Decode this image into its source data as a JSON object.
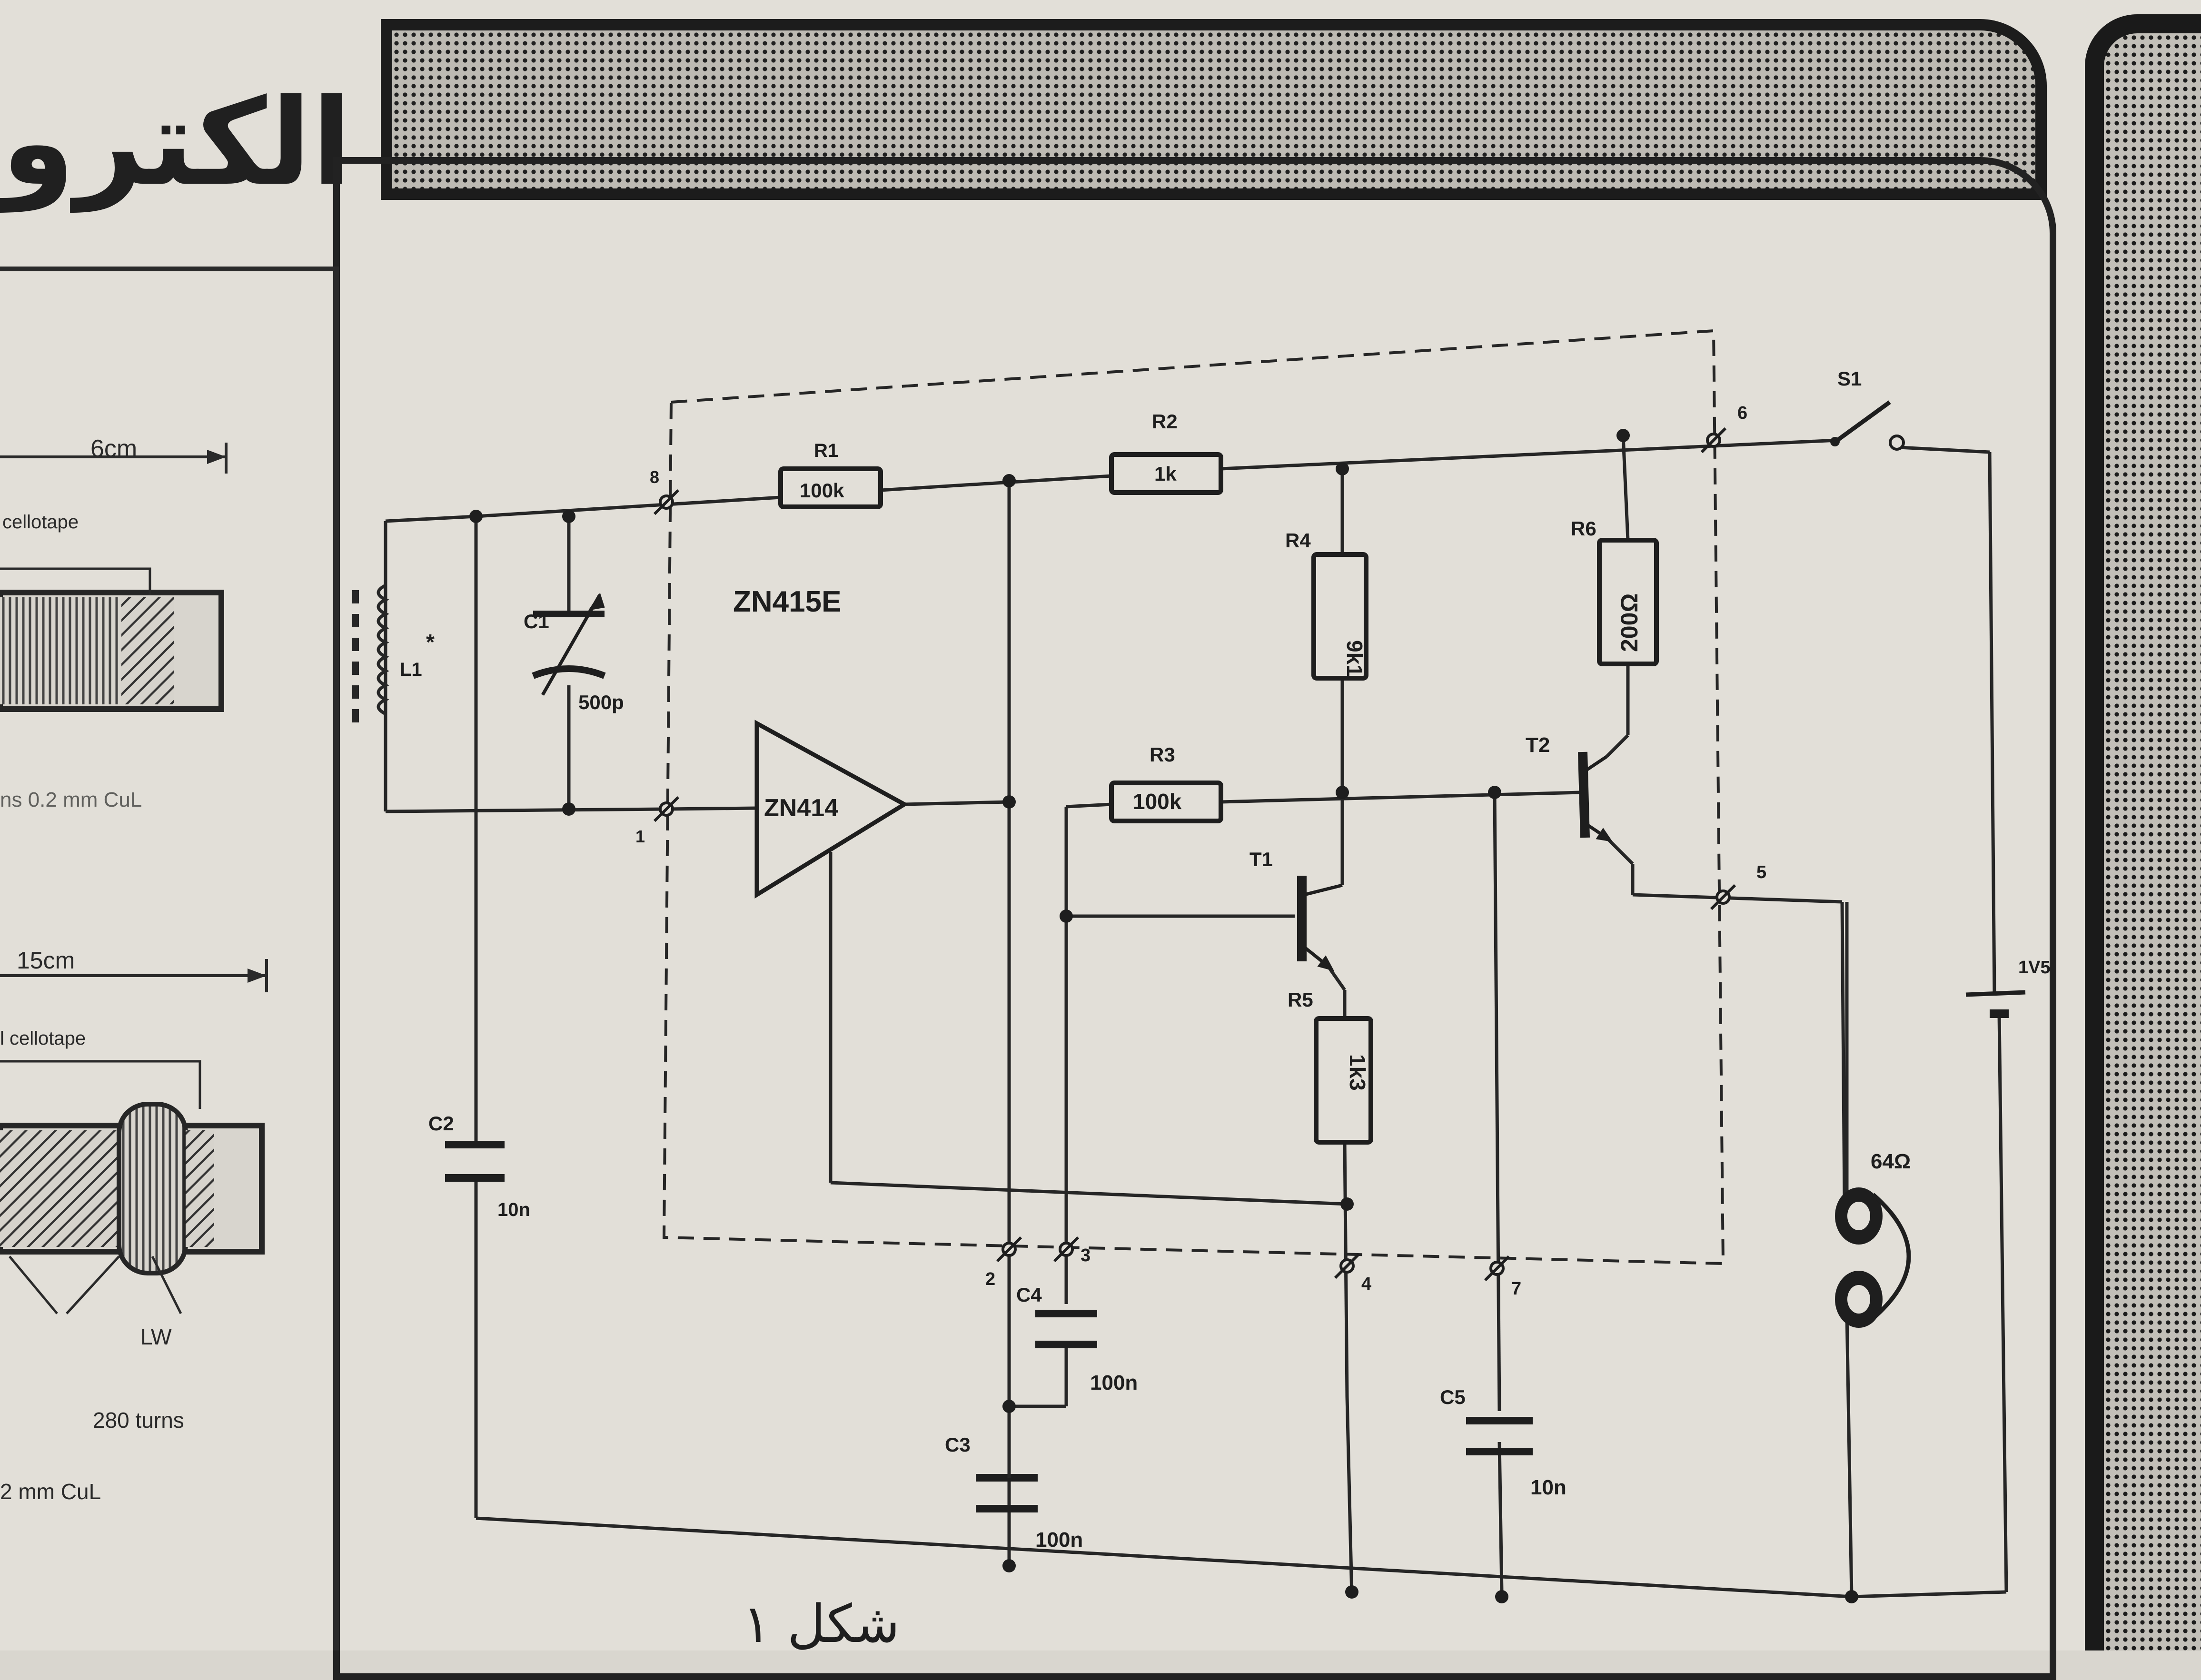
{
  "header": {
    "arabic_title": "الكترونيا"
  },
  "left_panel": {
    "rod1": {
      "length_label": "6cm",
      "tape_label": "cellotape",
      "wire_label": "ns 0.2 mm CuL"
    },
    "rod2": {
      "length_label": "15cm",
      "tape_label": "l cellotape",
      "band_label": "LW",
      "turns_label": "280 turns",
      "wire_label": "2 mm CuL"
    }
  },
  "schematic": {
    "ic_label": "ZN415E",
    "amp_label": "ZN414",
    "components": {
      "R1": {
        "ref": "R1",
        "value": "100k"
      },
      "R2": {
        "ref": "R2",
        "value": "1k"
      },
      "R3": {
        "ref": "R3",
        "value": "100k"
      },
      "R4": {
        "ref": "R4",
        "value": "9k1"
      },
      "R5": {
        "ref": "R5",
        "value": "1k3"
      },
      "R6": {
        "ref": "R6",
        "value": "200Ω"
      },
      "C1": {
        "ref": "C1",
        "value": "500p"
      },
      "C2": {
        "ref": "C2",
        "value": "10n"
      },
      "C3": {
        "ref": "C3",
        "value": "100n"
      },
      "C4": {
        "ref": "C4",
        "value": "100n"
      },
      "C5": {
        "ref": "C5",
        "value": "10n"
      },
      "L1": {
        "ref": "L1",
        "mark": "*"
      },
      "T1": {
        "ref": "T1"
      },
      "T2": {
        "ref": "T2"
      },
      "S1": {
        "ref": "S1"
      },
      "battery": {
        "value": "1V5"
      },
      "headphones": {
        "value": "64Ω"
      }
    },
    "pins": [
      "8",
      "1",
      "2",
      "3",
      "4",
      "7",
      "5",
      "6"
    ]
  },
  "caption": {
    "arabic": "شكل ١"
  }
}
